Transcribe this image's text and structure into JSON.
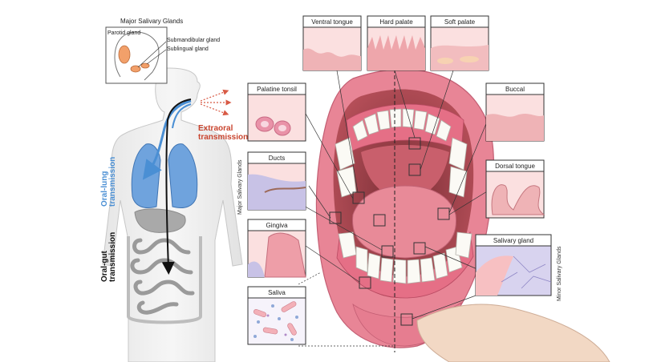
{
  "major_salivary_glands": {
    "title": "Major Salivary Glands",
    "parotid": "Parotid gland",
    "submandibular": "Submandibular gland",
    "sublingual": "Sublingual gland"
  },
  "transmission": {
    "extraoral_line1": "Extraoral",
    "extraoral_line2": "transmission",
    "oral_lung_line1": "Oral-lung",
    "oral_lung_line2": "transmission",
    "oral_gut_line1": "Oral-gut",
    "oral_gut_line2": "transmission"
  },
  "tissue_panels": {
    "ventral_tongue": "Ventral tongue",
    "hard_palate": "Hard palate",
    "soft_palate": "Soft palate",
    "palatine_tonsil": "Palatine tonsil",
    "buccal": "Buccal",
    "ducts": "Ducts",
    "dorsal_tongue": "Dorsal tongue",
    "gingiva": "Gingiva",
    "salivary_gland": "Salivary gland",
    "saliva": "Saliva"
  },
  "side_labels": {
    "major": "Major Salivary Glands",
    "minor": "Minor Salivary Glands"
  },
  "colors": {
    "lung_blue": "#4a8fd4",
    "extraoral_red": "#c9442e",
    "tissue_pink": "#f4c4c6",
    "gum_pink": "#e56f86",
    "lip_pink": "#e88596",
    "gland_purple": "#b9b3dd"
  }
}
